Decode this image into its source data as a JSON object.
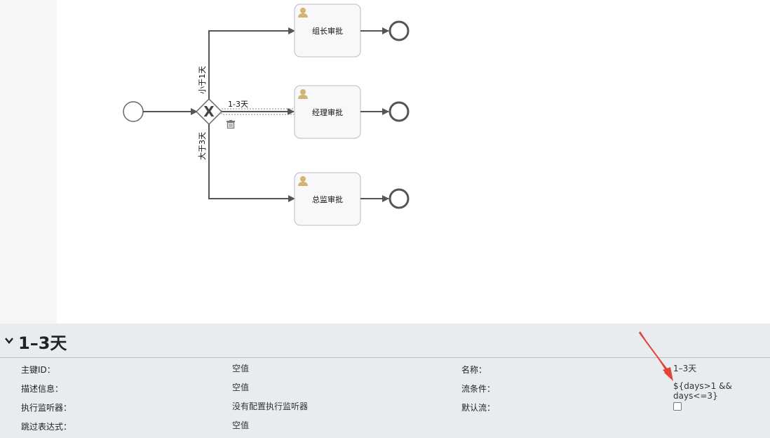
{
  "diagram": {
    "tasks": [
      {
        "label": "组长审批"
      },
      {
        "label": "经理审批"
      },
      {
        "label": "总监审批"
      }
    ],
    "gateway_symbol": "X",
    "flows": {
      "top_label": "小于1天",
      "middle_label": "1-3天",
      "bottom_label": "大于3天"
    },
    "icons": [
      "user-icon",
      "trash-icon",
      "chevron-down-icon"
    ]
  },
  "panel": {
    "title": "1–3天",
    "props": {
      "id_label": "主键ID：",
      "id_value": "空值",
      "desc_label": "描述信息：",
      "desc_value": "空值",
      "listener_label": "执行监听器：",
      "listener_value": "没有配置执行监听器",
      "skip_label": "跳过表达式：",
      "skip_value": "空值",
      "name_label": "名称：",
      "name_value": "1–3天",
      "condition_label": "流条件：",
      "condition_value": "${days>1 && days<=3}",
      "default_label": "默认流："
    },
    "default_flow_checked": false
  },
  "colors": {
    "panel_bg": "#e9ecef",
    "task_fill": "#f8f8f8",
    "user_icon": "#d1b574",
    "arrow_annotation": "#e0453a"
  }
}
